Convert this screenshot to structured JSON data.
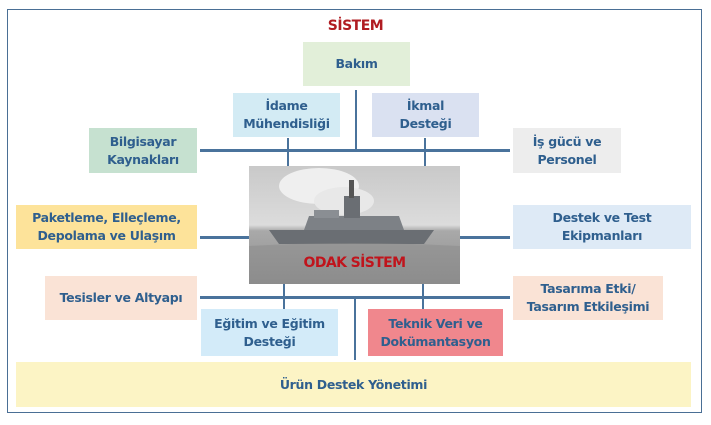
{
  "title": "SİSTEM",
  "center": {
    "label": "ODAK SİSTEM",
    "icon": "frigate-ship-photo"
  },
  "boxes": {
    "bakim": "Bakım",
    "idame": "İdame\nMühendisliği",
    "ikmal": "İkmal\nDesteği",
    "bilgisayar": "Bilgisayar\nKaynakları",
    "isgucu": "İş gücü ve\nPersonel",
    "paketleme": "Paketleme, Elleçleme,\nDepolama ve Ulaşım",
    "destek_test": "Destek ve Test\nEkipmanları",
    "tesisler": "Tesisler ve Altyapı",
    "tasarim": "Tasarıma Etki/\nTasarım Etkileşimi",
    "egitim": "Eğitim ve Eğitim\nDesteği",
    "teknik": "Teknik Veri ve\nDokümantasyon",
    "urun": "Ürün Destek Yönetimi"
  },
  "colors": {
    "title": "#b01c22",
    "text": "#2f5f8e",
    "line": "#4a739c"
  }
}
